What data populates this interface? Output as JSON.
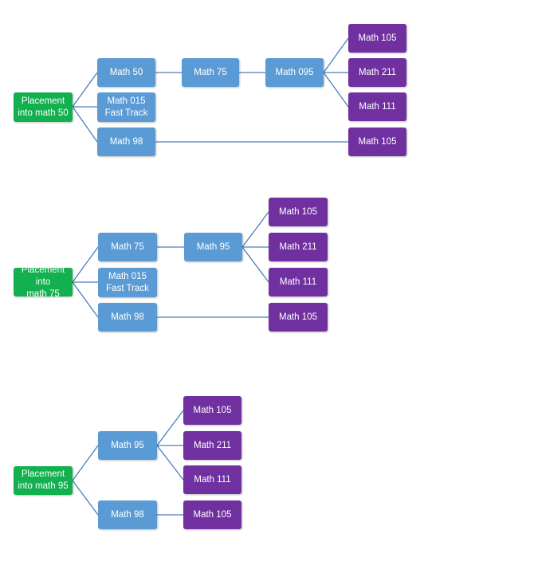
{
  "colors": {
    "placement": "#12b04e",
    "course": "#5b9bd5",
    "outcome": "#7030a0",
    "line": "#4a7ebb"
  },
  "diagrams": [
    {
      "placement": {
        "line1": "Placement",
        "line2": "into math 50"
      },
      "c1": "Math 50",
      "c2": {
        "line1": "Math 015",
        "line2": "Fast Track"
      },
      "c3": "Math 98",
      "c4": "Math 75",
      "c5": "Math 095",
      "o1": "Math 105",
      "o2": "Math 211",
      "o3": "Math 111",
      "o4": "Math 105"
    },
    {
      "placement": {
        "line1": "Placement into",
        "line2": "math 75"
      },
      "c1": "Math 75",
      "c2": {
        "line1": "Math 015",
        "line2": "Fast Track"
      },
      "c3": "Math 98",
      "c4": "Math 95",
      "o1": "Math 105",
      "o2": "Math 211",
      "o3": "Math 111",
      "o4": "Math 105"
    },
    {
      "placement": {
        "line1": "Placement",
        "line2": "into math 95"
      },
      "c1": "Math 95",
      "c3": "Math 98",
      "o1": "Math 105",
      "o2": "Math 211",
      "o3": "Math 111",
      "o4": "Math 105"
    }
  ]
}
